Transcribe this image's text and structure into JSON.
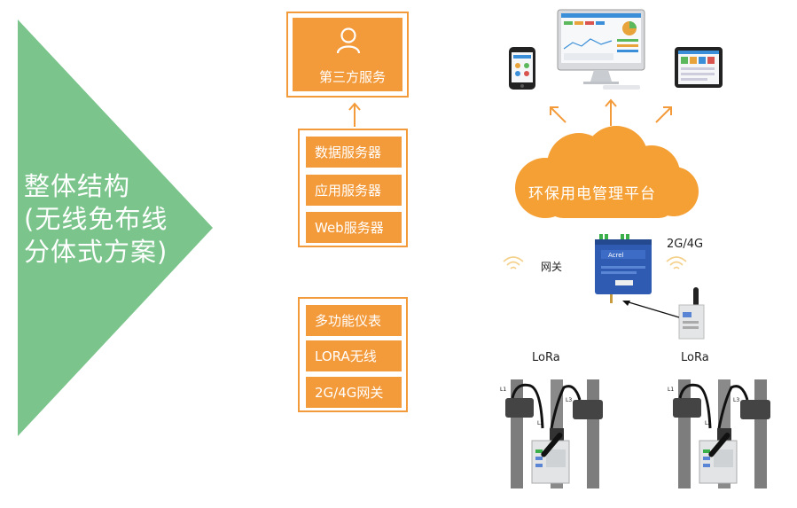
{
  "title": {
    "line1": "整体结构",
    "line2": "(无线免布线",
    "line3": "分体式方案)"
  },
  "top_box": {
    "label": "第三方服务",
    "icon": "user-icon"
  },
  "server_group": [
    "数据服务器",
    "应用服务器",
    "Web服务器"
  ],
  "device_group": [
    "多功能仪表",
    "LORA无线",
    "2G/4G网关"
  ],
  "platform": "环保用电管理平台",
  "gateway_label": "网关",
  "network_label": "2G/4G",
  "lora_left": "LoRa",
  "lora_right": "LoRa",
  "meter_labels": [
    "L1",
    "L2",
    "L3"
  ],
  "colors": {
    "accent": "#f39a3a",
    "green": "#7bc58c"
  }
}
